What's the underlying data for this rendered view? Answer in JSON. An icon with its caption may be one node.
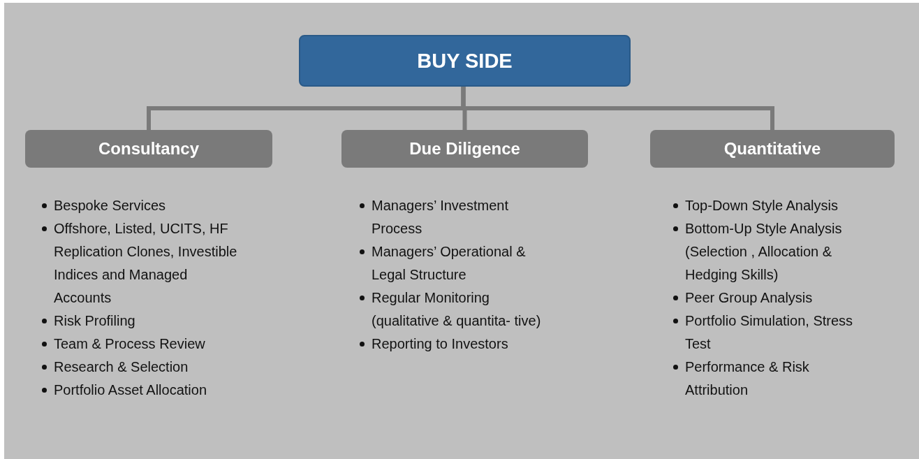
{
  "diagram": {
    "nodes": [
      {
        "text": [
          "BUY SIDE"
        ]
      },
      {
        "text": [
          "Consultancy"
        ],
        "beside": [
          "Bespoke Services",
          "Offshore, Listed, UCITS, HF Replication Clones, Investible Indices and Managed Accounts",
          "Risk Profiling",
          "Team & Process Review",
          "Research & Selection",
          "Portfolio Asset Allocation"
        ]
      },
      {
        "text": [
          "Due Diligence"
        ],
        "beside": [
          "Managers’ Investment Process",
          "Managers’ Operational & Legal Structure",
          "Regular Monitoring (qualitative & quantita- tive)",
          "Reporting to Investors"
        ]
      },
      {
        "text": [
          "Quantitative"
        ],
        "beside": [
          "Top-Down Style Analysis",
          "Bottom-Up Style Analysis (Selection , Allocation & Hedging Skills)",
          "Peer Group Analysis",
          "Portfolio Simulation, Stress Test",
          "Performance & Risk Attribution"
        ]
      }
    ],
    "edges": [
      {
        "from": 0,
        "to": 1,
        "arrow": "none"
      },
      {
        "from": 0,
        "to": 2,
        "arrow": "none"
      },
      {
        "from": 0,
        "to": 3,
        "arrow": "none"
      }
    ]
  }
}
